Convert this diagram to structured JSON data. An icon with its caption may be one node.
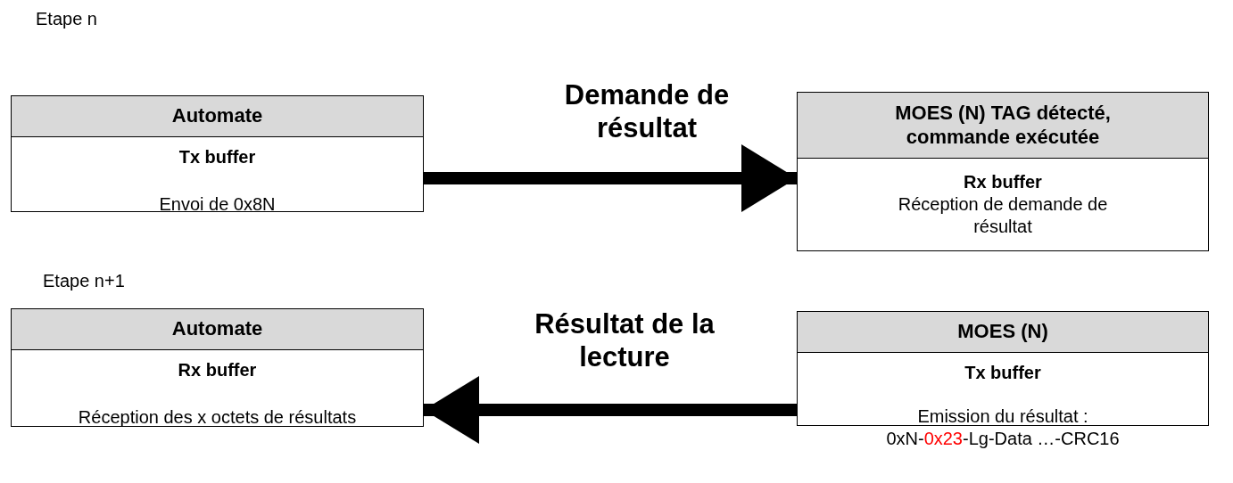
{
  "diagram": {
    "nodes": [
      {
        "text": [
          "Automate",
          "Tx buffer",
          "Envoi de 0x8N"
        ],
        "beside": [
          "Etape n"
        ]
      },
      {
        "text": [
          "MOES (N) TAG détecté, commande exécutée",
          "Rx buffer",
          "Réception de demande de résultat"
        ]
      },
      {
        "text": [
          "Automate",
          "Rx buffer",
          "Réception des x octets de résultats"
        ],
        "beside": [
          "Etape n+1"
        ]
      },
      {
        "text": [
          "MOES (N)",
          "Tx buffer",
          "Emission du résultat :",
          "0xN-",
          "0x23",
          "-Lg-Data …-CRC16"
        ]
      }
    ],
    "edges": [
      {
        "from": 0,
        "to": 1,
        "arrow": "to",
        "label": "Demande de résultat"
      },
      {
        "from": 3,
        "to": 2,
        "arrow": "to",
        "label": "Résultat de la lecture"
      }
    ]
  }
}
